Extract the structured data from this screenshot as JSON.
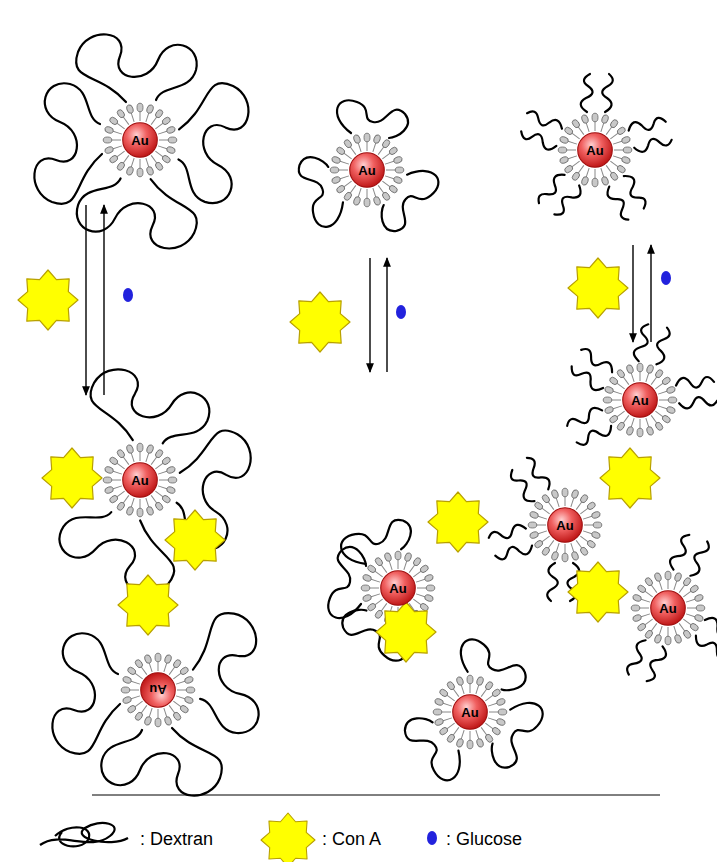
{
  "diagram": {
    "nodes": [
      {
        "text": [
          "Au"
        ]
      },
      {
        "text": [
          "Au"
        ]
      },
      {
        "text": [
          "Au"
        ]
      },
      {
        "text": [
          "Au"
        ]
      },
      {
        "text": [
          "Au"
        ]
      },
      {
        "text": [
          "Au"
        ]
      },
      {
        "text": [
          "Au"
        ]
      },
      {
        "text": [
          "Au"
        ]
      },
      {
        "text": [
          "Au"
        ]
      },
      {
        "text": [
          "Au"
        ]
      }
    ],
    "legend": [
      {
        "text": ": Dextran"
      },
      {
        "text": ": Con A"
      },
      {
        "text": ": Glucose"
      }
    ]
  }
}
